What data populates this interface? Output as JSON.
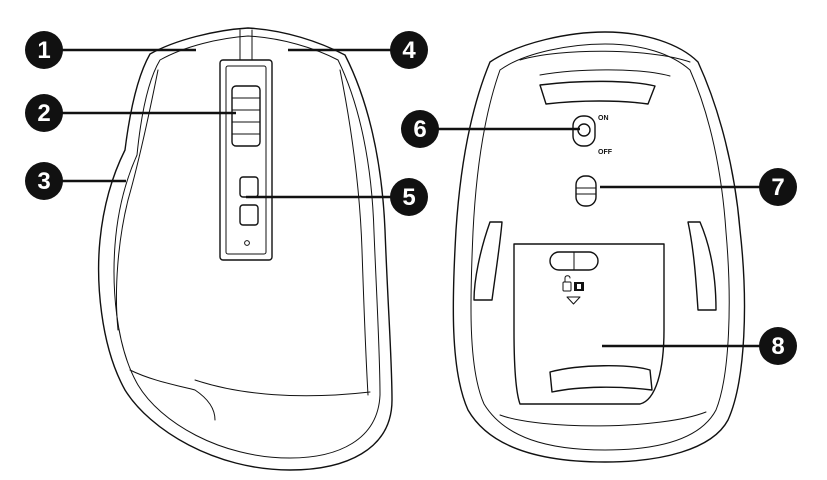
{
  "callouts": [
    {
      "number": "1"
    },
    {
      "number": "2"
    },
    {
      "number": "3"
    },
    {
      "number": "4"
    },
    {
      "number": "5"
    },
    {
      "number": "6"
    },
    {
      "number": "7"
    },
    {
      "number": "8"
    }
  ],
  "power_switch": {
    "on_label": "ON",
    "off_label": "OFF"
  },
  "colors": {
    "line": "#111111",
    "badge": "#111111",
    "badge_text": "#ffffff",
    "background": "#ffffff"
  }
}
